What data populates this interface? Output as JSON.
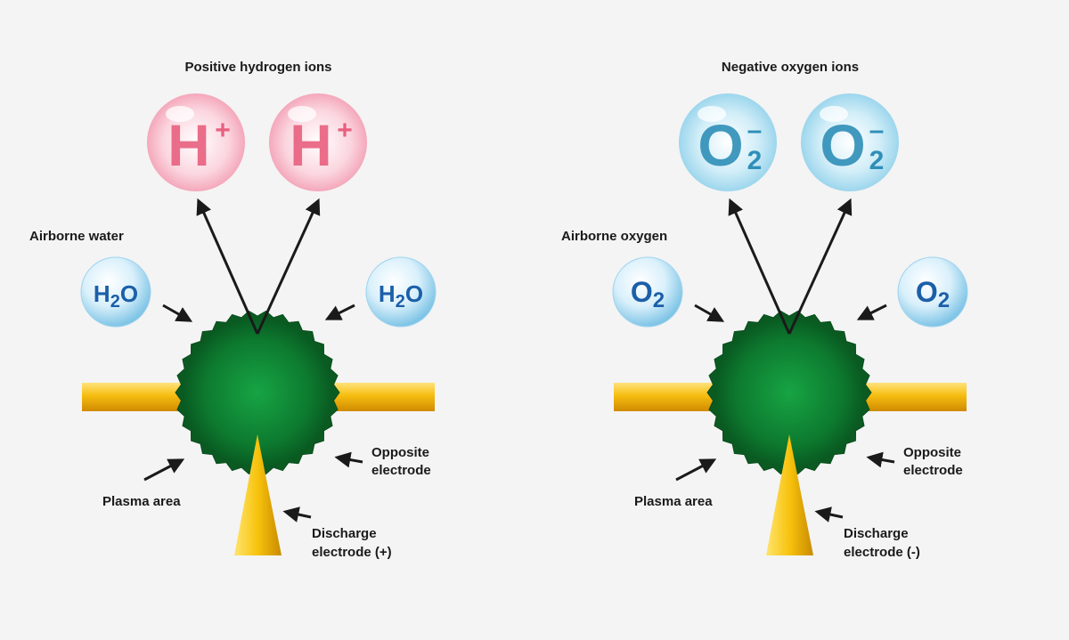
{
  "colors": {
    "background": "#f4f4f4",
    "plasma": "#0f7a30",
    "plasma_edge": "#0a5a22",
    "electrode": "#f2b500",
    "hydrogen_ion": "#e8607f",
    "oxygen_ion": "#2f8fb8",
    "molecule_text": "#1b5fa8",
    "arrow": "#1a1a1a"
  },
  "panels": [
    {
      "ion_title": "Positive hydrogen ions",
      "ion_symbol": "H",
      "ion_superscript": "+",
      "ion_subscript": "",
      "ion_color": "#e8607f",
      "molecule_label": "Airborne water",
      "molecule_main": "H",
      "molecule_sub": "2",
      "molecule_tail": "O",
      "plasma_label": "Plasma area",
      "opposite_line1": "Opposite",
      "opposite_line2": "electrode",
      "discharge_line1": "Discharge",
      "discharge_line2": "electrode (+)"
    },
    {
      "ion_title": "Negative oxygen ions",
      "ion_symbol": "O",
      "ion_superscript": "–",
      "ion_subscript": "2",
      "ion_color": "#2f8fb8",
      "molecule_label": "Airborne oxygen",
      "molecule_main": "O",
      "molecule_sub": "2",
      "molecule_tail": "",
      "plasma_label": "Plasma area",
      "opposite_line1": "Opposite",
      "opposite_line2": "electrode",
      "discharge_line1": "Discharge",
      "discharge_line2": "electrode (-)"
    }
  ]
}
